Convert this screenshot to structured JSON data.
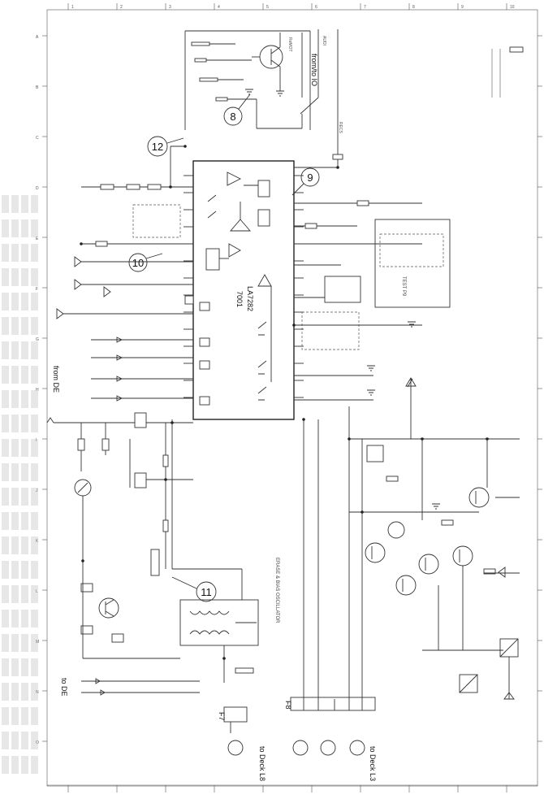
{
  "ic": {
    "ref": "7001",
    "part": "LA7282"
  },
  "callouts": [
    "8",
    "9",
    "10",
    "11",
    "12"
  ],
  "labels": {
    "from_to_io": "from/to IO",
    "from_de": "from DE",
    "to_de": "to DE",
    "oscillator": "ERASE & BIAS OSCILLATOR",
    "to_deck_l8": "to Deck L8",
    "to_deck_l3": "to Deck L3",
    "connector_f8": "F8",
    "connector_f7": "F7",
    "test_point": "TEST P9"
  },
  "grid": {
    "top": [
      "1",
      "2",
      "3",
      "4",
      "5",
      "6",
      "7",
      "8",
      "9",
      "10"
    ],
    "left": [
      "A",
      "B",
      "C",
      "D",
      "E",
      "F",
      "G",
      "H",
      "I",
      "J",
      "K",
      "L",
      "M",
      "N",
      "O"
    ]
  }
}
